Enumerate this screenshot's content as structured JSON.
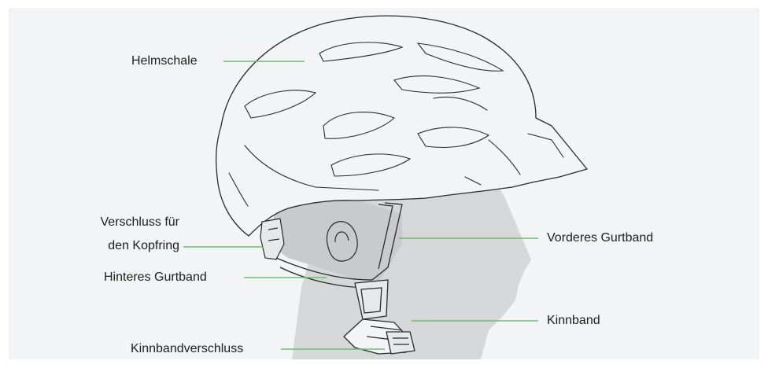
{
  "labels": {
    "helmschale": "Helmschale",
    "verschluss_line1": "Verschluss für",
    "verschluss_line2": "den Kopfring",
    "hinteres_gurtband": "Hinteres Gurtband",
    "kinnbandverschluss": "Kinnbandverschluss",
    "vorderes_gurtband": "Vorderes Gurtband",
    "kinnband": "Kinnband"
  },
  "colors": {
    "background": "#f3f4f5",
    "head_silhouette": "#d5d7d9",
    "leader_line": "#6bbf73",
    "outline": "#2a2a2a",
    "text": "#1e1e1e"
  }
}
